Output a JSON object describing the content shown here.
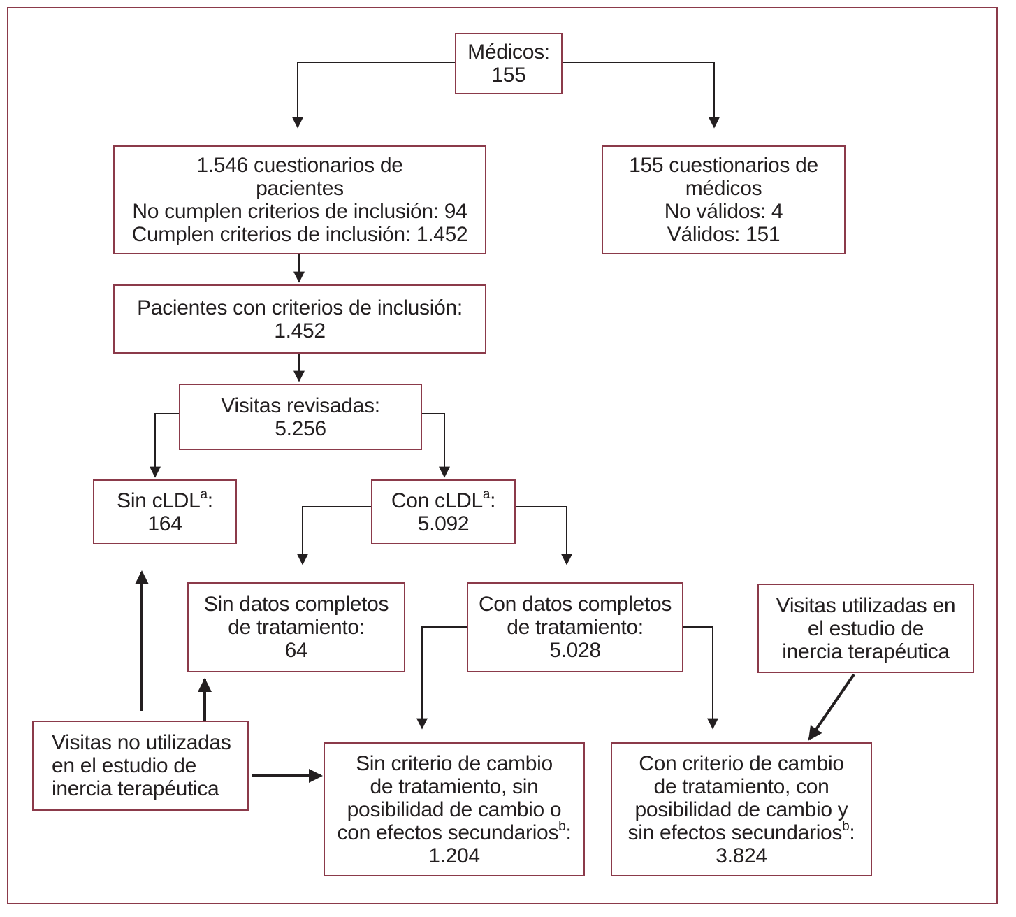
{
  "diagram": {
    "nodes": {
      "medicos": {
        "lines": [
          "Médicos:",
          "155"
        ]
      },
      "cuest_pacientes": {
        "lines": [
          "1.546 cuestionarios de",
          "pacientes",
          "No cumplen criterios de inclusión: 94",
          "Cumplen criterios de inclusión: 1.452"
        ]
      },
      "cuest_medicos": {
        "lines": [
          "155 cuestionarios de",
          "médicos",
          "No válidos: 4",
          "Válidos: 151"
        ]
      },
      "pacientes_criterios": {
        "lines": [
          "Pacientes con criterios de inclusión:",
          "1.452"
        ]
      },
      "visitas_revisadas": {
        "lines": [
          "Visitas revisadas:",
          "5.256"
        ]
      },
      "sin_cldl": {
        "label": "Sin cLDL",
        "sup": "a",
        "suffix": ":",
        "value": "164"
      },
      "con_cldl": {
        "label": "Con cLDL",
        "sup": "a",
        "suffix": ":",
        "value": "5.092"
      },
      "sin_datos": {
        "lines": [
          "Sin datos completos",
          "de tratamiento:",
          "64"
        ]
      },
      "con_datos": {
        "lines": [
          "Con datos completos",
          "de tratamiento:",
          "5.028"
        ]
      },
      "visitas_utilizadas": {
        "lines": [
          "Visitas utilizadas en",
          "el estudio de",
          "inercia terapéutica"
        ]
      },
      "visitas_no_utilizadas": {
        "lines": [
          "Visitas no utilizadas",
          "en el estudio de",
          "inercia terapéutica"
        ]
      },
      "sin_criterio": {
        "lines": [
          "Sin criterio de cambio",
          "de tratamiento, sin",
          "posibilidad de cambio o"
        ],
        "line4": "con efectos secundarios",
        "sup": "b",
        "suffix": ":",
        "value": "1.204"
      },
      "con_criterio": {
        "lines": [
          "Con criterio de cambio",
          "de tratamiento, con",
          "posibilidad de cambio y"
        ],
        "line4": "sin efectos secundarios",
        "sup": "b",
        "suffix": ":",
        "value": "3.824"
      }
    },
    "colors": {
      "border": "#8b3a4a",
      "text": "#231f20",
      "arrow": "#231f20"
    }
  }
}
